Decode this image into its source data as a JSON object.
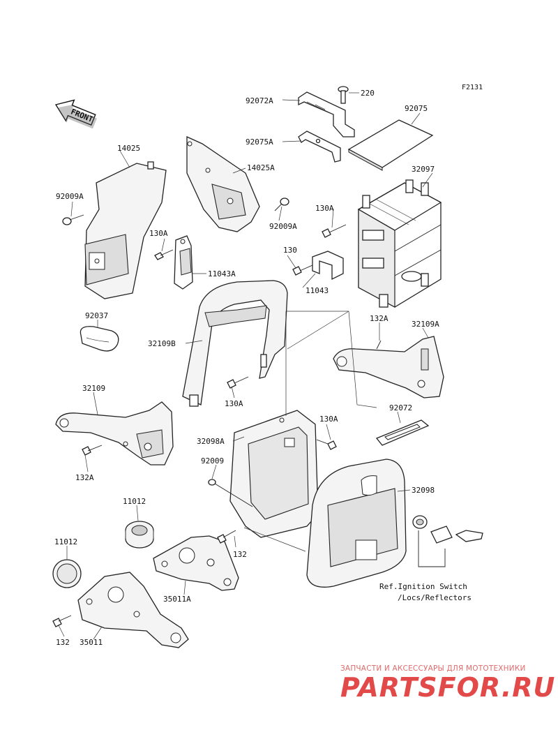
{
  "figure_id": "F2131",
  "front_label": "FRONT",
  "reference_note": [
    "Ref.Ignition Switch",
    "/Locs/Reflectors"
  ],
  "watermark": {
    "tagline": "ЗАПЧАСТИ И АКСЕССУАРЫ ДЛЯ МОТОТЕХНИКИ",
    "logo": "PARTSFOR.RU"
  },
  "part_labels": [
    "92072A",
    "220",
    "92075",
    "92075A",
    "32097",
    "14025",
    "14025A",
    "92009A",
    "130A",
    "92009A",
    "130A",
    "11043A",
    "130",
    "11043",
    "92037",
    "32109B",
    "132A",
    "32109A",
    "32109",
    "130A",
    "92072",
    "130A",
    "32098A",
    "132A",
    "92009",
    "32098",
    "11012",
    "11012",
    "132",
    "35011A",
    "132",
    "35011"
  ]
}
